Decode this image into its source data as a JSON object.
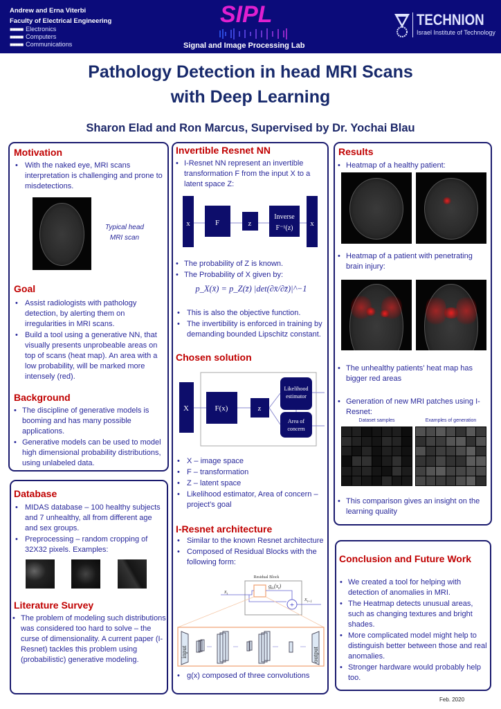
{
  "header": {
    "faculty_line1": "Andrew and Erna Viterbi",
    "faculty_line2": "Faculty of Electrical Engineering",
    "departments": [
      "Electronics",
      "Computers",
      "Communications"
    ],
    "lab_logo": "SIPL",
    "lab_name": "Signal and Image Processing Lab",
    "university": "TECHNION",
    "university_sub": "Israel Institute of Technology"
  },
  "title": {
    "line1": "Pathology Detection in head MRI Scans",
    "line2": "with Deep Learning"
  },
  "authors": "Sharon Elad and Ron Marcus, Supervised by Dr. Yochai Blau",
  "colors": {
    "header_bg": "#0b0b7a",
    "heading": "#c00000",
    "body_text": "#27279a",
    "title": "#17296b",
    "box_border": "#1a1a6e",
    "diagram_fill": "#0d0d6b"
  },
  "motivation": {
    "heading": "Motivation",
    "bullets": [
      "With the naked eye, MRI scans interpretation is challenging  and prone to misdetections."
    ],
    "caption_line1": "Typical head",
    "caption_line2": "MRI scan"
  },
  "goal": {
    "heading": "Goal",
    "bullets": [
      "Assist radiologists with pathology detection, by alerting them on irregularities in MRI scans.",
      "Build a tool using a generative NN, that visually presents unprobeable areas on top of scans (heat map). An area with a low probability, will be marked more intensely (red)."
    ]
  },
  "background": {
    "heading": "Background",
    "bullets": [
      "The discipline of generative models is booming and has many possible applications.",
      "Generative models can be used to model high dimensional probability distributions, using unlabeled data."
    ]
  },
  "database": {
    "heading": "Database",
    "bullets": [
      "MIDAS database – 100 healthy subjects and 7 unhealthy, all from different age and sex groups.",
      "Preprocessing – random cropping of 32X32 pixels. Examples:"
    ]
  },
  "literature": {
    "heading": "Literature Survey",
    "bullets": [
      "The problem of modeling such distributions was considered  too hard to solve – the curse of dimensionality. A current paper (I-Resnet) tackles this problem using (probabilistic) generative modeling."
    ]
  },
  "invertible": {
    "heading": "Invertible Resnet NN",
    "bullets": [
      "I-Resnet NN represent an invertible transformation F from the input X to a latent space Z:"
    ],
    "diagram": {
      "x_in": "x",
      "f": "F",
      "z": "z",
      "inverse": "Inverse",
      "inverse_fn": "F⁻¹(z)",
      "x_out": "x"
    },
    "bullets2": [
      "The probability of Z is known.",
      "The Probability of X given by:"
    ],
    "formula": "p_X(x̄) = p_Z(z̄) |det(∂x̄/∂z̄)|^−1",
    "bullets3": [
      "This is also the objective function.",
      "The invertibility is enforced in training by demanding bounded Lipschitz constant."
    ]
  },
  "chosen": {
    "heading": "Chosen solution",
    "diagram": {
      "x": "X",
      "f": "F(x)",
      "z": "z",
      "likelihood_1": "Likelihood",
      "likelihood_2": "estimator",
      "area_1": "Area of",
      "area_2": "concern"
    },
    "bullets": [
      "X – image space",
      "F –  transformation",
      "Z – latent space",
      "Likelihood estimator, Area of concern – project’s goal"
    ]
  },
  "architecture": {
    "heading": "I-Resnet architecture",
    "bullets": [
      "Similar to the known Resnet architecture",
      "Composed of Residual Blocks with the following form:"
    ],
    "diagram": {
      "block_title": "Residual Block",
      "x_t": "x",
      "x_t_sub": "t",
      "g": "g",
      "g_arg": "(x",
      "x_next": "x",
      "x_next_sub": "t+1",
      "input": "input",
      "output": "output"
    },
    "bullets2": [
      "g(x)  composed of three convolutions"
    ]
  },
  "results": {
    "heading": "Results",
    "bullets_a": [
      "Heatmap of a healthy patient:"
    ],
    "bullets_b": [
      "Heatmap of a patient with penetrating brain injury:"
    ],
    "bullets_c": [
      "The unhealthy patients’ heat map has bigger red areas",
      "Generation of new MRI patches using I-Resnet:"
    ],
    "label_dataset": "Dataset samples",
    "label_generation": "Examples of generation",
    "bullets_d": [
      "This comparison gives an insight on the learning quality"
    ]
  },
  "conclusion": {
    "heading": "Conclusion and Future Work",
    "bullets": [
      "We created a tool for helping with detection of anomalies in MRI.",
      "The Heatmap detects unusual areas, such as changing textures and bright shades.",
      "More complicated model might help to distinguish better between those and real anomalies.",
      "Stronger hardware would probably help too."
    ]
  },
  "date": "Feb. 2020"
}
